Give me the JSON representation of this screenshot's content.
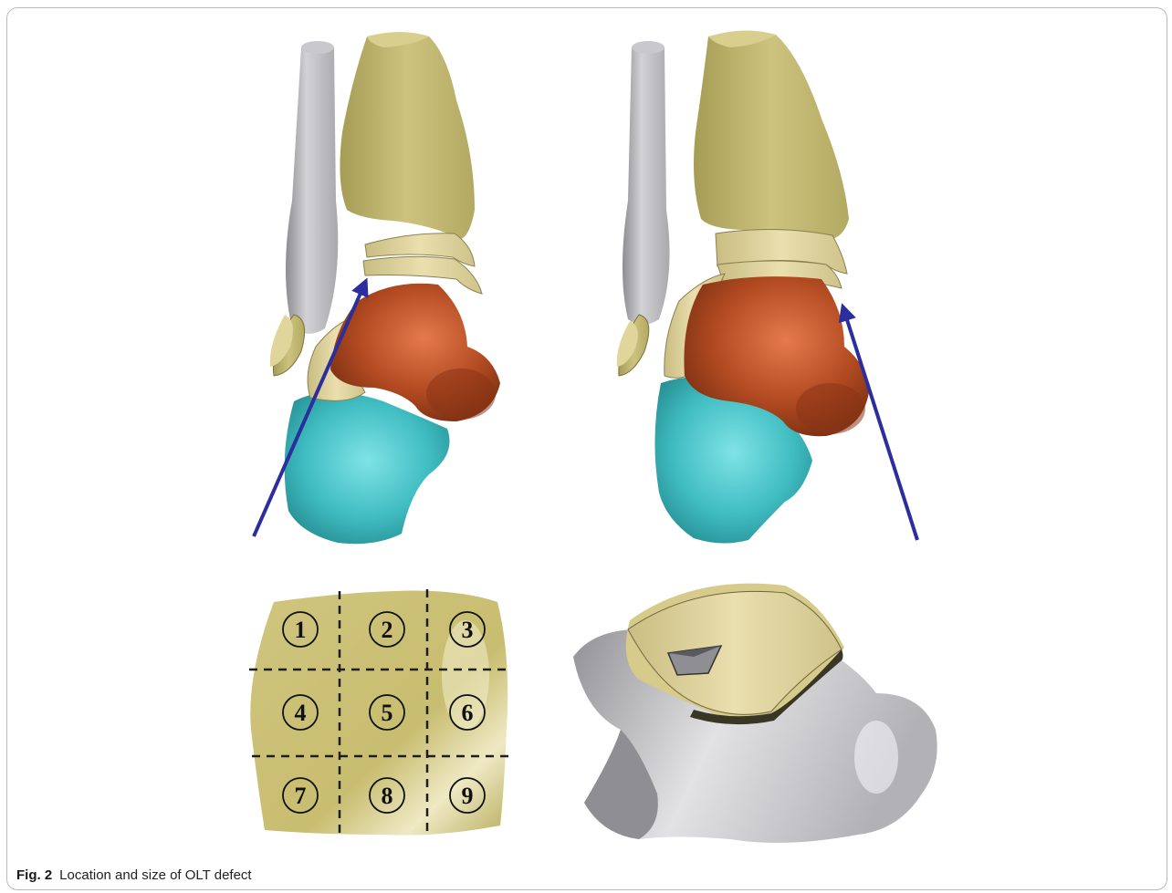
{
  "figure": {
    "label": "Fig. 2",
    "caption": "Location and size of OLT defect"
  },
  "grid_labels": [
    "1",
    "2",
    "3",
    "4",
    "5",
    "6",
    "7",
    "8",
    "9"
  ],
  "colors": {
    "fibula": "#c9c8cc",
    "tibia": "#c9c07a",
    "cartilage": "#e6dba6",
    "talus": "#b5481f",
    "calcaneus": "#45c2c7",
    "arrow": "#2b2e9c",
    "talus_gray": "#d6d6d8"
  }
}
